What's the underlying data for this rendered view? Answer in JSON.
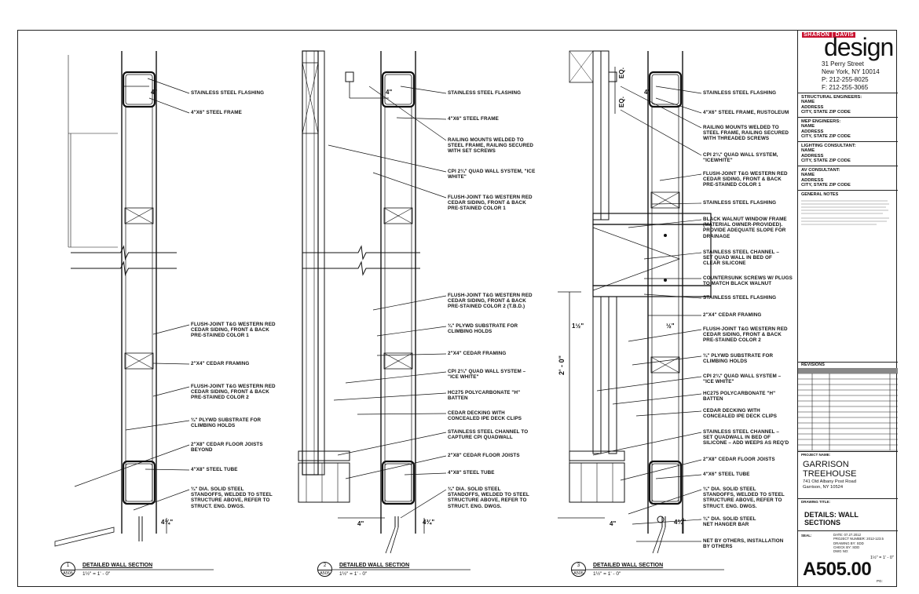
{
  "sections": [
    {
      "number": "1",
      "sheet_ref": "A505",
      "title": "DETAILED WALL SECTION",
      "scale": "1½\" = 1' - 0\"",
      "notes": [
        "STAINLESS STEEL FLASHING",
        "4\"x6\" STEEL FRAME",
        "FLUSH-JOINT T&G WESTERN RED\nCEDAR SIDING, FRONT & BACK\nPRE-STAINED COLOR 1",
        "2\"x4\" CEDAR FRAMING",
        "FLUSH-JOINT T&G WESTERN RED\nCEDAR SIDING, FRONT & BACK\nPRE-STAINED COLOR 2",
        "¾\" PLYWD SUBSTRATE FOR\nCLIMBING HOLDS",
        "2\"x8\" CEDAR FLOOR JOISTS\nBEYOND",
        "4\"x8\" STEEL TUBE",
        "¾\" DIA. SOLID STEEL\nSTANDOFFS, WELDED TO STEEL\nSTRUCTURE ABOVE, REFER TO\nSTRUCT. ENG. DWGS."
      ],
      "dims": [
        "4\"",
        "4¾\""
      ]
    },
    {
      "number": "2",
      "sheet_ref": "A505",
      "title": "DETAILED WALL SECTION",
      "scale": "1½\" = 1' - 0\"",
      "notes": [
        "STAINLESS STEEL FLASHING",
        "4\"x6\" STEEL FRAME",
        "RAILING MOUNTS WELDED TO\nSTEEL FRAME, RAILING SECURED\nWITH SET SCREWS",
        "CPI 2¾\" QUAD WALL SYSTEM, \"ICE\nWHITE\"",
        "FLUSH-JOINT T&G WESTERN RED\nCEDAR SIDING, FRONT & BACK\nPRE-STAINED COLOR 1",
        "FLUSH-JOINT T&G WESTERN RED\nCEDAR SIDING, FRONT & BACK\nPRE-STAINED COLOR 2 (T.B.D.)",
        "¾\" PLYWD SUBSTRATE FOR\nCLIMBING HOLDS",
        "2\"x4\" CEDAR FRAMING",
        "CPI 2¾\" QUAD WALL SYSTEM –\n\"ICE WHITE\"",
        "HC275 POLYCARBONATE \"H\"\nBATTEN",
        "CEDAR DECKING WITH\nCONCEALED IPE DECK CLIPS",
        "STAINLESS STEEL CHANNEL TO\nCAPTURE CPI QUADWALL",
        "2\"x8\" CEDAR FLOOR JOISTS",
        "4\"x8\" STEEL TUBE",
        "¾\" DIA. SOLID STEEL\nSTANDOFFS, WELDED TO STEEL\nSTRUCTURE ABOVE, REFER TO\nSTRUCT. ENG. DWGS."
      ],
      "dims": [
        "4\"",
        "4\"",
        "4¾\""
      ]
    },
    {
      "number": "3",
      "sheet_ref": "A505",
      "title": "DETAILED WALL SECTION",
      "scale": "1½\" = 1' - 0\"",
      "notes": [
        "STAINLESS STEEL FLASHING",
        "4\"x6\" STEEL FRAME, RUSTOLEUM",
        "RAILING MOUNTS WELDED TO\nSTEEL FRAME, RAILING SECURED\nWITH THREADED SCREWS",
        "CPI 2¾\" QUAD WALL SYSTEM,\n\"ICEWHITE\"",
        "FLUSH-JOINT T&G WESTERN RED\nCEDAR SIDING, FRONT & BACK\nPRE-STAINED COLOR 1",
        "STAINLESS STEEL FLASHING",
        "BLACK WALNUT WINDOW FRAME\n(MATERIAL OWNER-PROVIDED).\nPROVIDE ADEQUATE SLOPE FOR\nDRAINAGE",
        "STAINLESS STEEL CHANNEL –\nSET QUAD WALL IN BED OF\nCLEAR SILICONE",
        "COUNTERSUNK SCREWS W/ PLUGS\nTO MATCH BLACK WALNUT",
        "STAINLESS STEEL FLASHING",
        "2\"x4\" CEDAR FRAMING",
        "FLUSH-JOINT T&G WESTERN RED\nCEDAR SIDING, FRONT & BACK\nPRE-STAINED COLOR 2",
        "¾\" PLYWD SUBSTRATE FOR\nCLIMBING HOLDS",
        "CPI 2¾\" QUAD WALL SYSTEM –\n\"ICE WHITE\"",
        "HC275 POLYCARBONATE \"H\"\nBATTEN",
        "CEDAR DECKING WITH\nCONCEALED IPE DECK CLIPS",
        "STAINLESS STEEL CHANNEL –\nSET QUADWALL IN BED OF\nSILICONE – ADD WEEPS AS REQ'D",
        "2\"x8\" CEDAR FLOOR JOISTS",
        "4\"x6\" STEEL TUBE",
        "¾\" DIA. SOLID STEEL\nSTANDOFFS, WELDED TO STEEL\nSTRUCTURE ABOVE, REFER TO\nSTRUCT. ENG. DWGS.",
        "¾\" DIA. SOLID STEEL\nNET HANGER BAR",
        "NET BY OTHERS, INSTALLATION\nBY OTHERS"
      ],
      "dims": [
        "4\"",
        "EQ.",
        "EQ.",
        "1½\"",
        "½\"",
        "2' - 0\"",
        "4\"",
        "4¾\""
      ]
    }
  ],
  "title_block": {
    "firm_tag": "SHARON | DAVIS",
    "firm_name": "design",
    "address_lines": [
      "31 Perry Street",
      "New York, NY 10014",
      "P: 212-255-8025",
      "F: 212-255-3065"
    ],
    "consultants": [
      {
        "role": "STRUCTURAL ENGINEERS:",
        "name": "NAME",
        "address": "ADDRESS",
        "city": "CITY, STATE ZIP CODE"
      },
      {
        "role": "MEP ENGINEERS:",
        "name": "NAME",
        "address": "ADDRESS",
        "city": "CITY, STATE ZIP CODE"
      },
      {
        "role": "LIGHTING CONSULTANT:",
        "name": "NAME",
        "address": "ADDRESS",
        "city": "CITY, STATE ZIP CODE"
      },
      {
        "role": "AV CONSULTANT:",
        "name": "NAME",
        "address": "ADDRESS",
        "city": "CITY, STATE ZIP CODE"
      }
    ],
    "general_notes_label": "GENERAL NOTES",
    "revisions_label": "REVISIONS",
    "project_name_label": "PROJECT NAME:",
    "project_name": "GARRISON\nTREEHOUSE",
    "project_address": "741 Old Albany Post Road\nGarrison, NY 10524",
    "drawing_title_label": "DRAWING TITLE:",
    "drawing_title": "DETAILS: WALL\nSECTIONS",
    "seal_label": "SEAL:",
    "meta": "DATE: 07.27.2012\nPROJECT NUMBER: 2012-123.5\nDRAWING BY: SDD\nCHECK BY: SDD\nDWG NO:",
    "scale": "1½\" = 1' - 0\"",
    "sheet_number": "A505.00",
    "page_label": "PG:"
  }
}
